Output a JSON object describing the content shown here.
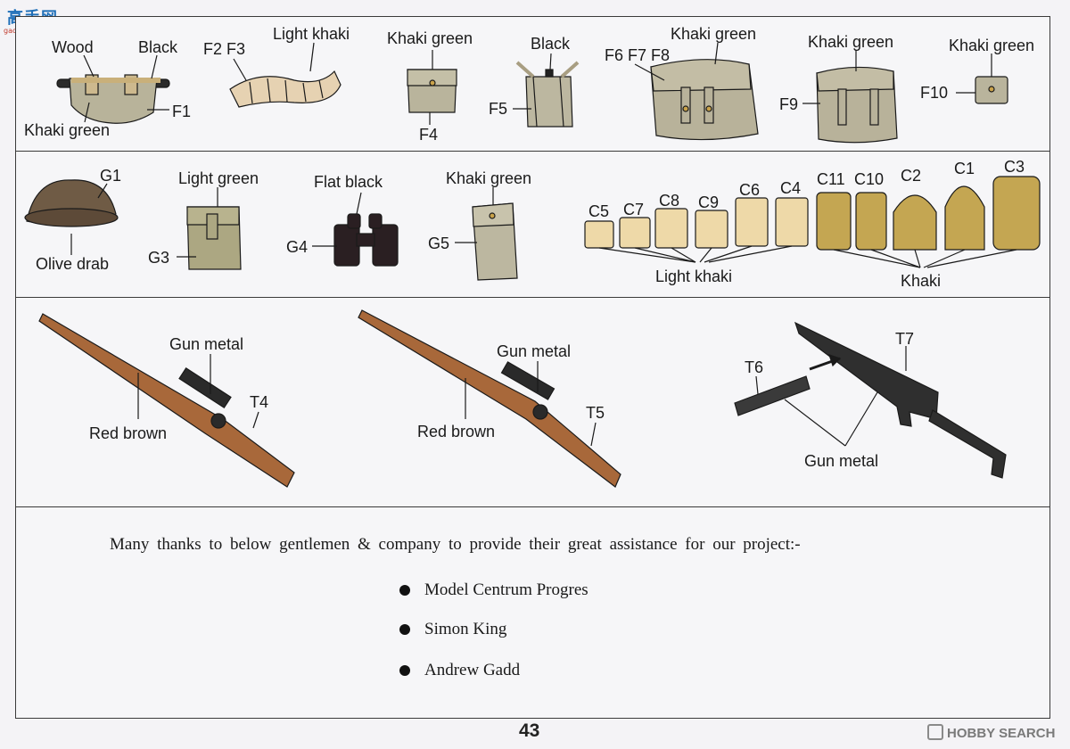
{
  "watermark_left": {
    "title": "高手网",
    "url": "gao-shou.com"
  },
  "watermark_right": {
    "brand": "HOBBY SEARCH"
  },
  "page_number": "43",
  "panel_gear": {
    "labels": {
      "wood": "Wood",
      "black1": "Black",
      "f1": "F1",
      "khaki_green1": "Khaki green",
      "f2f3": "F2 F3",
      "light_khaki": "Light khaki",
      "khaki_green2": "Khaki green",
      "f4": "F4",
      "black2": "Black",
      "f5": "F5",
      "f6f7f8": "F6 F7 F8",
      "khaki_green3": "Khaki green",
      "khaki_green4": "Khaki green",
      "f9": "F9",
      "khaki_green5": "Khaki green",
      "f10": "F10"
    }
  },
  "panel_equipment": {
    "labels": {
      "g1": "G1",
      "olive_drab": "Olive drab",
      "light_green": "Light green",
      "g3": "G3",
      "flat_black": "Flat black",
      "g4": "G4",
      "khaki_green": "Khaki green",
      "g5": "G5",
      "c5": "C5",
      "c7": "C7",
      "c8": "C8",
      "c9": "C9",
      "c6": "C6",
      "c4": "C4",
      "c11": "C11",
      "c10": "C10",
      "c2": "C2",
      "c1": "C1",
      "c3": "C3",
      "light_khaki": "Light khaki",
      "khaki": "Khaki"
    }
  },
  "panel_weapons": {
    "labels": {
      "gun_metal1": "Gun metal",
      "t4": "T4",
      "red_brown1": "Red brown",
      "gun_metal2": "Gun metal",
      "t5": "T5",
      "red_brown2": "Red brown",
      "t6": "T6",
      "t7": "T7",
      "gun_metal3": "Gun metal"
    }
  },
  "acknowledgements": {
    "intro": "Many thanks to below gentlemen & company to provide their great assistance for our project:-",
    "credits": [
      "Model Centrum Progres",
      "Simon King",
      "Andrew Gadd"
    ]
  },
  "colors": {
    "khaki_green": "#b5ae94",
    "light_khaki": "#e3cfae",
    "olive_drab": "#6e5a44",
    "wood": "#a2663a",
    "gun_metal": "#2e2e2e",
    "khaki": "#c2a555"
  }
}
